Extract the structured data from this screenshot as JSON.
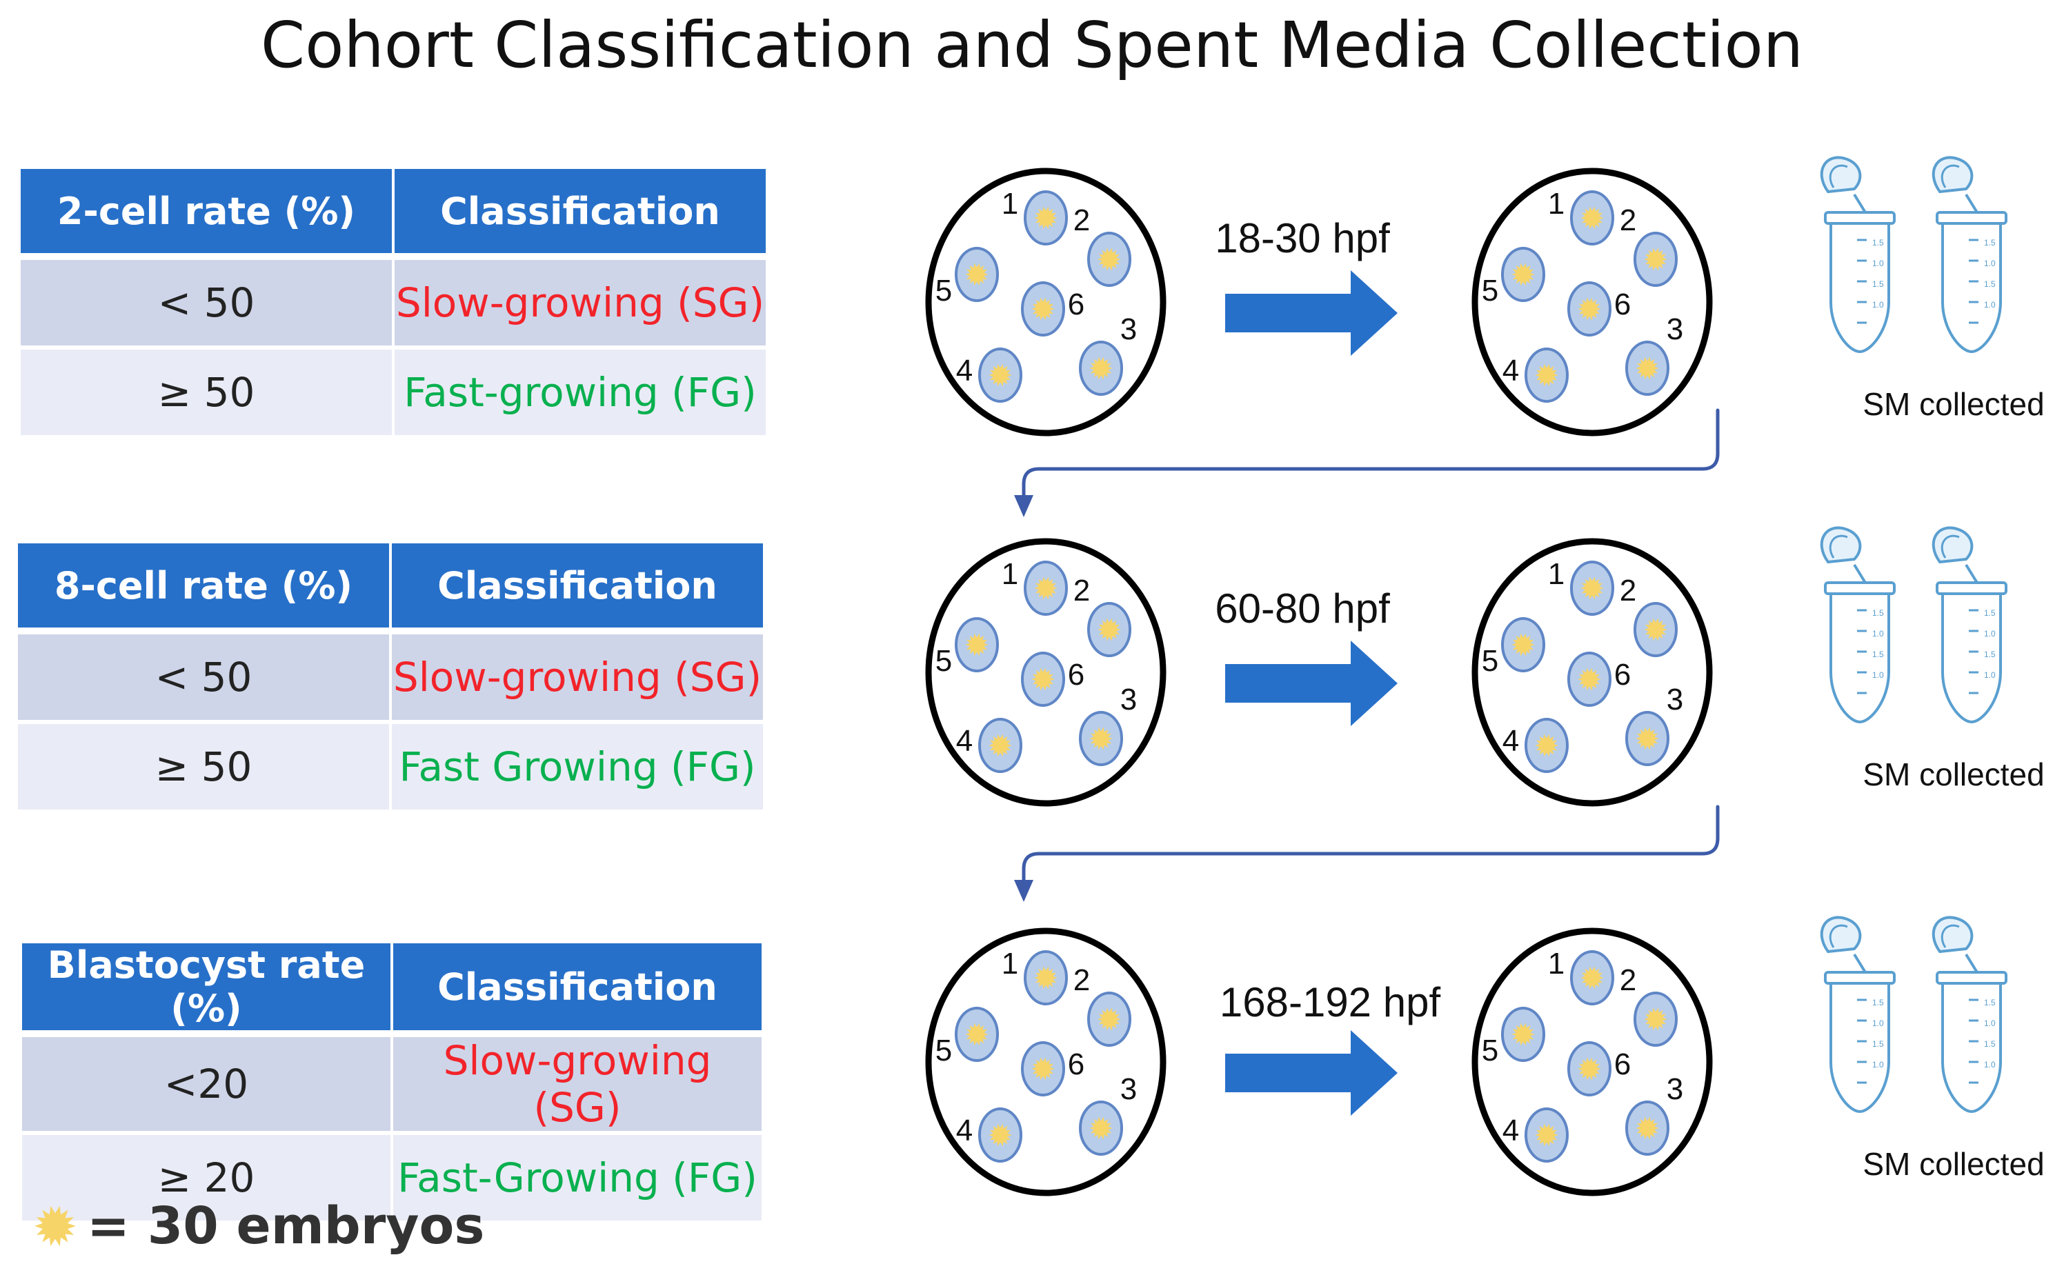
{
  "title": "Cohort Classification and Spent Media Collection",
  "tables": [
    {
      "header_rate": "2-cell rate (%)",
      "header_class": "Classification",
      "rows": [
        {
          "threshold": "< 50",
          "label": "Slow-growing (SG)"
        },
        {
          "threshold": "≥ 50",
          "label": "Fast-growing (FG)"
        }
      ]
    },
    {
      "header_rate": "8-cell rate (%)",
      "header_class": "Classification",
      "rows": [
        {
          "threshold": "< 50",
          "label": "Slow-growing (SG)"
        },
        {
          "threshold": "≥ 50",
          "label": "Fast Growing (FG)"
        }
      ]
    },
    {
      "header_rate": "Blastocyst rate (%)",
      "header_class": "Classification",
      "rows": [
        {
          "threshold": "<20",
          "label": "Slow-growing (SG)"
        },
        {
          "threshold": "≥ 20",
          "label": "Fast-Growing (FG)"
        }
      ]
    }
  ],
  "stages": [
    {
      "interval": "18-30 hpf",
      "collected_label": "SM collected"
    },
    {
      "interval": "60-80 hpf",
      "collected_label": "SM collected"
    },
    {
      "interval": "168-192 hpf",
      "collected_label": "SM collected"
    }
  ],
  "well_numbers": [
    "1",
    "2",
    "3",
    "4",
    "5",
    "6"
  ],
  "tube_marks": [
    "1.5",
    "1.0",
    "1.5",
    "1.0"
  ],
  "legend": {
    "text": "= 30 embryos"
  },
  "colors": {
    "header_bg": "#2770c9",
    "row_dark": "#cfd5e8",
    "row_light": "#e9ecf6",
    "slow_growing": "#f2232a",
    "fast_growing": "#09b04f",
    "arrow": "#2770c9",
    "connector": "#3d5ba8",
    "embryo_fill": "#b8cdea",
    "embryo_stroke": "#5f86c6",
    "cluster": "#f6d467",
    "tube": "#5a9fd0"
  }
}
